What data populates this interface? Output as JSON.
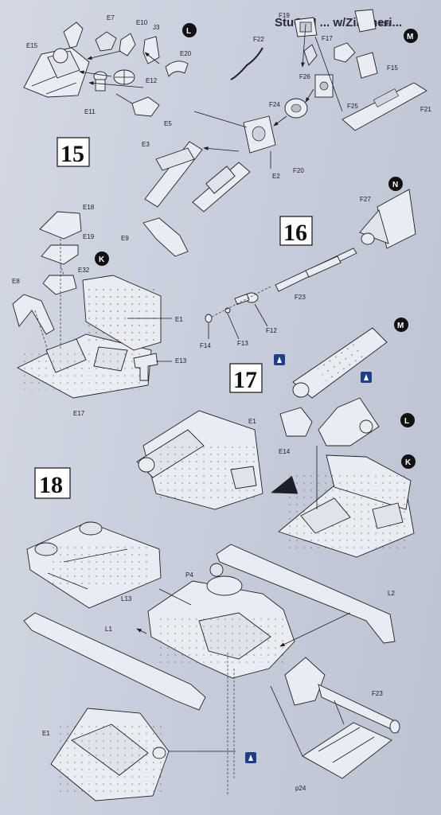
{
  "header": {
    "text": "StuG III ... w/Zimmeri..."
  },
  "steps": [
    {
      "id": "15",
      "label": "15"
    },
    {
      "id": "16",
      "label": "16"
    },
    {
      "id": "17",
      "label": "17"
    },
    {
      "id": "18",
      "label": "18"
    }
  ],
  "badges": {
    "L": "L",
    "M": "M",
    "K": "K",
    "N": "N"
  },
  "part_labels": {
    "E15": "E15",
    "E7": "E7",
    "E10": "E10",
    "J3": "J3",
    "E20": "E20",
    "E12": "E12",
    "E11": "E11",
    "E5": "E5",
    "F19": "F19",
    "F16": "F16",
    "F22": "F22",
    "F17": "F17",
    "F26": "F26",
    "F15": "F15",
    "F21": "F21",
    "F24": "F24",
    "F25": "F25",
    "F20": "F20",
    "E3": "E3",
    "E2": "E2",
    "E9": "E9",
    "E18": "E18",
    "E19": "E19",
    "E32": "E32",
    "E8": "E8",
    "E1": "E1",
    "E13": "E13",
    "E17": "E17",
    "F27": "F27",
    "F23": "F23",
    "F14": "F14",
    "F13": "F13",
    "F12": "F12",
    "E14": "E14",
    "L13": "L13",
    "P4": "P4",
    "L2": "L2",
    "L1": "L1",
    "p24": "p24"
  }
}
